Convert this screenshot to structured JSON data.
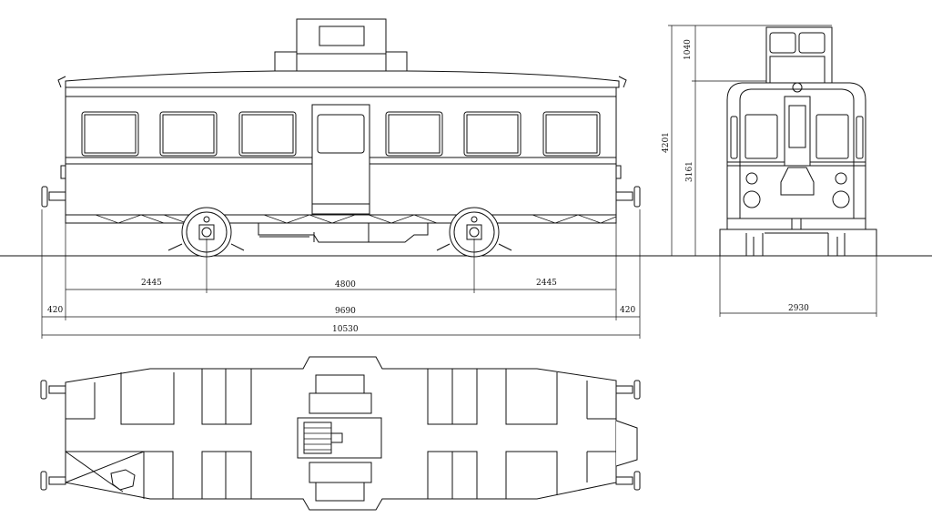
{
  "dimensions": {
    "bogie_front": "2445",
    "bogie_center": "4800",
    "bogie_rear": "2445",
    "overhang_left": "420",
    "body_length": "9690",
    "overhang_right": "420",
    "total_length": "10530",
    "total_height": "4201",
    "cab_height": "1040",
    "body_height": "3161",
    "width": "2930"
  },
  "colors": {
    "line": "#111111",
    "background": "#ffffff"
  }
}
